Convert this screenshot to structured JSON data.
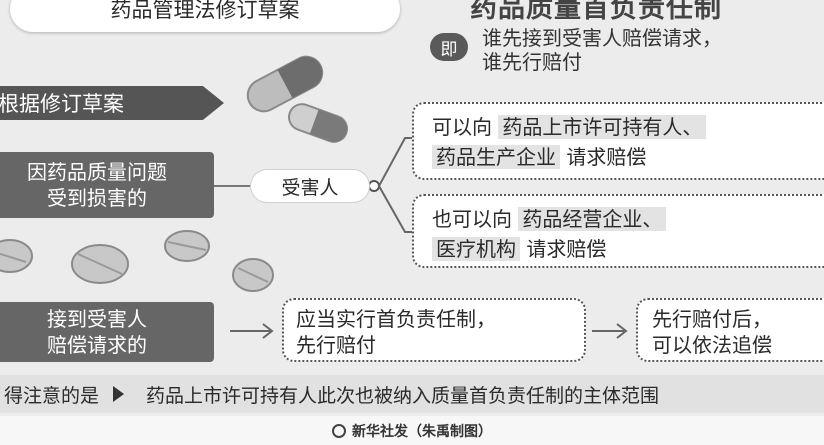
{
  "header": {
    "left_title": "药品管理法修订草案",
    "right_title": "药品质量首负责任制"
  },
  "ji": {
    "badge": "即",
    "line1": "谁先接到受害人赔偿请求，",
    "line2": "谁先行赔付"
  },
  "basis_label": "根据修订草案",
  "cause_box": {
    "line1": "因药品质量问题",
    "line2": "受到损害的"
  },
  "victim_label": "受害人",
  "option_a": {
    "prefix": "可以向",
    "hl1": "药品上市许可持有人、",
    "hl2": "药品生产企业",
    "suffix": "请求赔偿"
  },
  "option_b": {
    "prefix": "也可以向",
    "hl1": "药品经营企业、",
    "hl2": "医疗机构",
    "suffix": "请求赔偿"
  },
  "receive_box": {
    "line1": "接到受害人",
    "line2": "赔偿请求的"
  },
  "first_resp": {
    "line1": "应当实行首负责任制，",
    "line2": "先行赔付"
  },
  "then_box": {
    "line1": "先行赔付后，",
    "line2": "可以依法追偿"
  },
  "note": {
    "label": "得注意的是",
    "text": "药品上市许可持有人此次也被纳入质量首负责任制的主体范围"
  },
  "credit": "新华社发（朱禹制图）",
  "icons": [
    "capsule-icon",
    "pill-icon",
    "arrow-right-icon",
    "play-triangle-icon",
    "xinhua-logo-icon"
  ]
}
